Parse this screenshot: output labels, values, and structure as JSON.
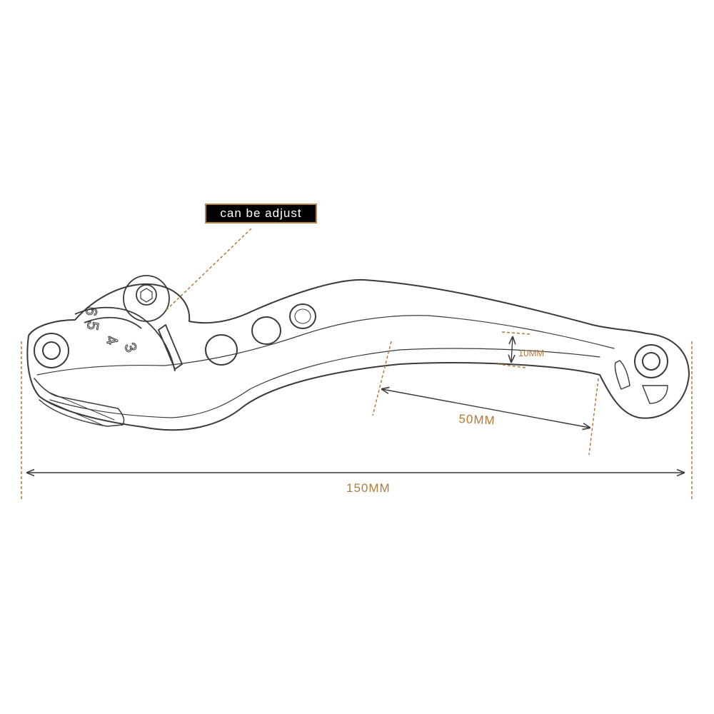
{
  "callout": {
    "label": "can be adjust"
  },
  "dimensions": {
    "overall_length": "150MM",
    "grip_span": "50MM",
    "lever_width": "10MM"
  },
  "adjuster_dial": {
    "digits": [
      "6",
      "5",
      "4",
      "3"
    ]
  },
  "colors": {
    "annotation": "#b07a3a",
    "outline": "#3a3a3a",
    "callout_background": "#000000",
    "callout_text": "#ffffff"
  }
}
